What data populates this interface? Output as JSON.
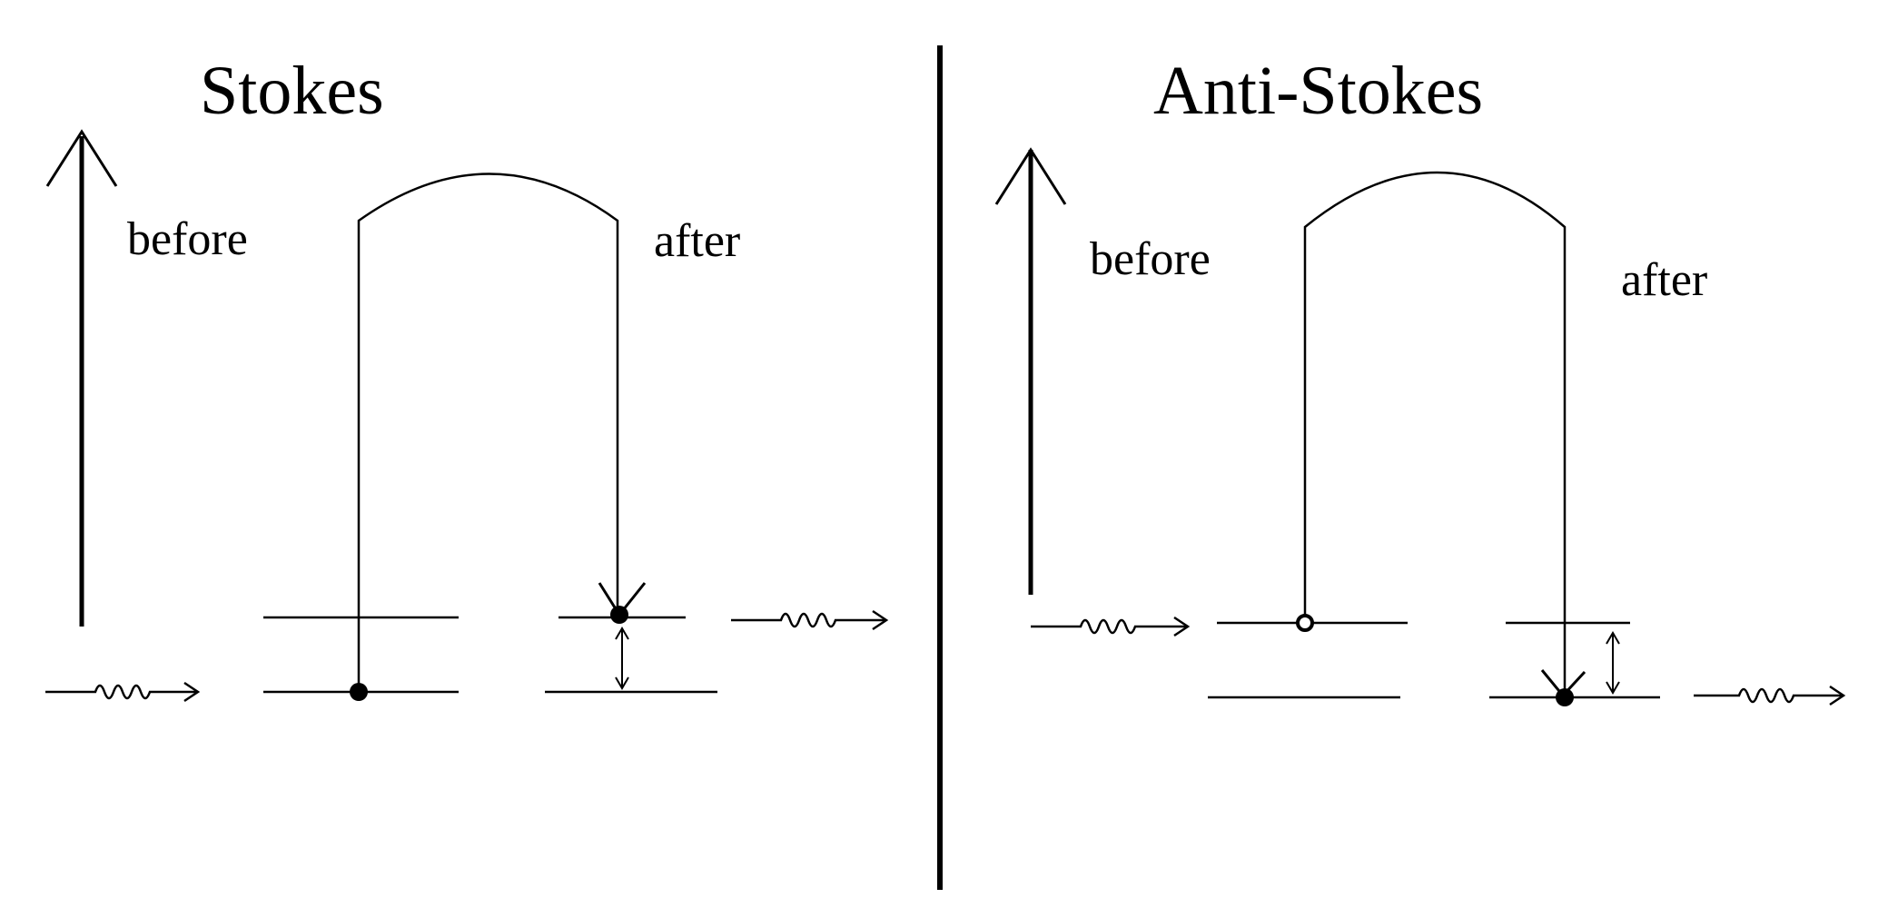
{
  "stokes": {
    "title": "Stokes",
    "before_label": "before",
    "after_label": "after"
  },
  "anti_stokes": {
    "title": "Anti-Stokes",
    "before_label": "before",
    "after_label": "after"
  },
  "colors": {
    "background": "#ffffff",
    "ink": "#000000"
  }
}
